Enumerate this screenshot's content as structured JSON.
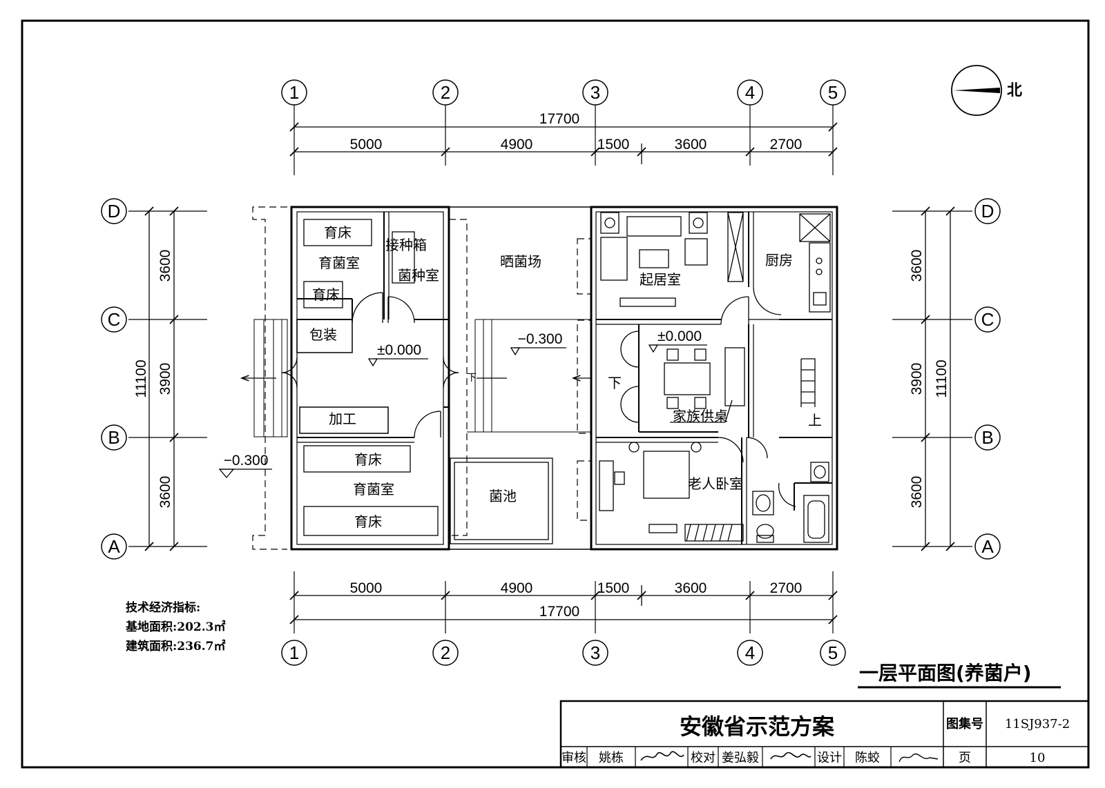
{
  "dimensions": {
    "total": "17700",
    "horizontal_spans": [
      "5000",
      "4900",
      "1500",
      "3600",
      "2700"
    ],
    "vertical_total": "11100",
    "vertical_spans": [
      "3600",
      "3900",
      "3600"
    ]
  },
  "axes": {
    "columns": [
      "1",
      "2",
      "3",
      "4",
      "5"
    ],
    "rows": [
      "D",
      "C",
      "B",
      "A"
    ]
  },
  "north_label": "北",
  "rooms": {
    "nursery_top": "育菌室",
    "bed_a": "育床",
    "bed_b": "育床",
    "inoculation_box": "接种箱",
    "spawn_room": "菌种室",
    "packing": "包装",
    "processing": "加工",
    "nursery_bottom": "育菌室",
    "bed_c": "育床",
    "bed_d": "育床",
    "drying_yard": "晒菌场",
    "mushroom_pool": "菌池",
    "living_room": "起居室",
    "kitchen": "厨房",
    "family_altar": "家族供桌",
    "elder_bedroom": "老人卧室",
    "stair_up": "上"
  },
  "levels": {
    "hall_level": "±0.000",
    "yard_level": "−0.300",
    "dining_level": "±0.000",
    "outside_level": "−0.300",
    "down_mark_a": "下",
    "down_mark_b": "下"
  },
  "notes": {
    "heading": "技术经济指标:",
    "site_area": "基地面积:202.3㎡",
    "building_area": "建筑面积:236.7㎡"
  },
  "drawing_title": "一层平面图(养菌户)",
  "title_block": {
    "project": "安徽省示范方案",
    "atlas_label": "图集号",
    "atlas_number": "11SJ937-2",
    "reviewer_label": "审核",
    "reviewer_name": "姚栋",
    "checker_label": "校对",
    "checker_name": "姜弘毅",
    "designer_label": "设计",
    "designer_name": "陈蛟",
    "page_label": "页",
    "page_number": "10"
  }
}
